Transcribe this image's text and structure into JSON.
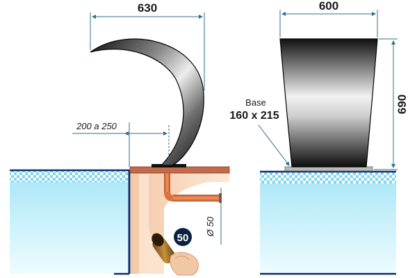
{
  "left_view": {
    "width_dimension": "630",
    "setback_dimension": "200 a 250",
    "pipe_diameter": "Ø 50",
    "pipe_badge": "50"
  },
  "right_view": {
    "width_dimension": "600",
    "height_dimension": "690",
    "base_label": "Base",
    "base_size": "160 x 215"
  },
  "colors": {
    "water_top": "#bfeefb",
    "water_bottom": "#e9fbff",
    "pool_outline": "#0d2a6b",
    "coping": "#c46a4c",
    "wall_fill": "#f6d3b8",
    "pipe": "#d9733f",
    "dimension_line": "#2f6d8f",
    "steel_dark": "#1f1f1f",
    "steel_light": "#e8e8e8"
  }
}
